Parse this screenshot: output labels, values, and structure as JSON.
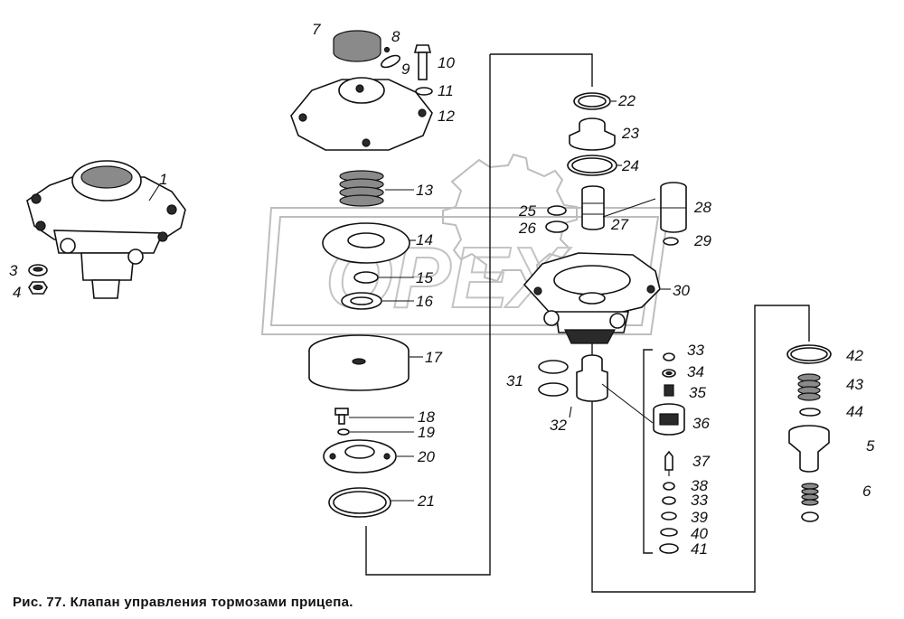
{
  "caption": "Рис. 77. Клапан управления тормозами прицепа.",
  "watermark_text": "OPEX",
  "part_labels": {
    "p1": "1",
    "p3": "3",
    "p4": "4",
    "p5": "5",
    "p6": "6",
    "p7": "7",
    "p8": "8",
    "p9": "9",
    "p10": "10",
    "p11": "11",
    "p12": "12",
    "p13": "13",
    "p14": "14",
    "p15": "15",
    "p16": "16",
    "p17": "17",
    "p18": "18",
    "p19": "19",
    "p20": "20",
    "p21": "21",
    "p22": "22",
    "p23": "23",
    "p24": "24",
    "p25": "25",
    "p26": "26",
    "p27": "27",
    "p28": "28",
    "p29": "29",
    "p30": "30",
    "p31": "31",
    "p32": "32",
    "p33a": "33",
    "p34": "34",
    "p35": "35",
    "p36": "36",
    "p37": "37",
    "p38": "38",
    "p33b": "33",
    "p39": "39",
    "p40": "40",
    "p41": "41",
    "p42": "42",
    "p43": "43",
    "p44": "44"
  },
  "colors": {
    "line": "#111111",
    "watermark": "#bdbdbd",
    "background": "#ffffff"
  }
}
